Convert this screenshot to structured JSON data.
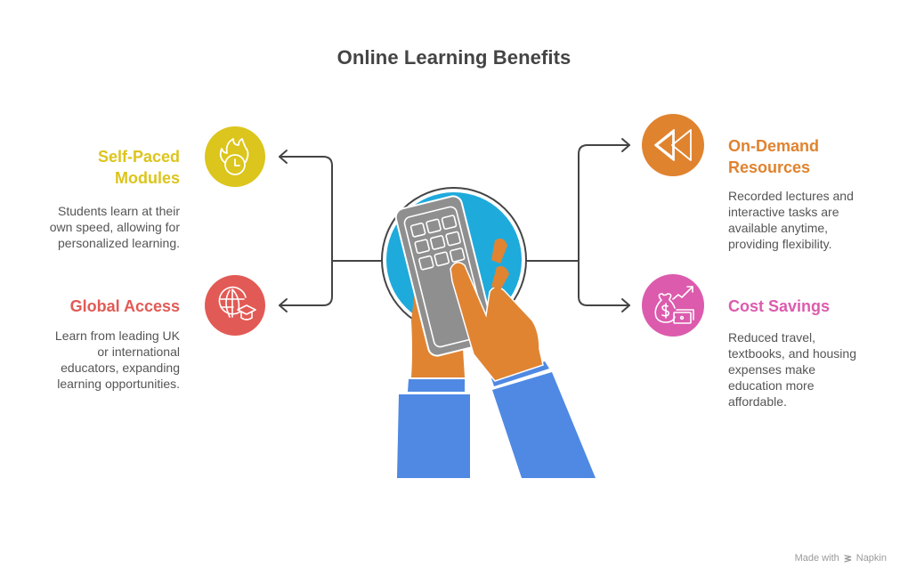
{
  "title": "Online Learning Benefits",
  "colors": {
    "self_paced": "#DCC51C",
    "global_access": "#E25A55",
    "on_demand": "#E0832F",
    "cost_savings": "#DC5BAD",
    "center_circle": "#1FAADC",
    "connector": "#444444",
    "hand": "#E08432",
    "sleeve": "#4F89E3",
    "device": "#8F8F8F"
  },
  "items": [
    {
      "id": "self_paced",
      "heading_line1": "Self-Paced",
      "heading_line2": "Modules",
      "description_lines": [
        "Students learn at their",
        "own speed, allowing for",
        "personalized learning."
      ],
      "icon": "fire-clock-icon",
      "side": "left"
    },
    {
      "id": "global_access",
      "heading_line1": "Global Access",
      "description_lines": [
        "Learn from leading UK",
        "or international",
        "educators, expanding",
        "learning opportunities."
      ],
      "icon": "globe-graduation-cap-icon",
      "side": "left"
    },
    {
      "id": "on_demand",
      "heading_line1": "On-Demand",
      "heading_line2": "Resources",
      "description_lines": [
        "Recorded lectures and",
        "interactive tasks are",
        "available anytime,",
        "providing flexibility."
      ],
      "icon": "rewind-icon",
      "side": "right"
    },
    {
      "id": "cost_savings",
      "heading_line1": "Cost Savings",
      "description_lines": [
        "Reduced travel,",
        "textbooks, and housing",
        "expenses make",
        "education more",
        "affordable."
      ],
      "icon": "money-bag-growth-icon",
      "side": "right"
    }
  ],
  "center": {
    "icon": "hands-tapping-device-icon"
  },
  "footer": {
    "made_with": "Made with",
    "brand": "Napkin"
  }
}
